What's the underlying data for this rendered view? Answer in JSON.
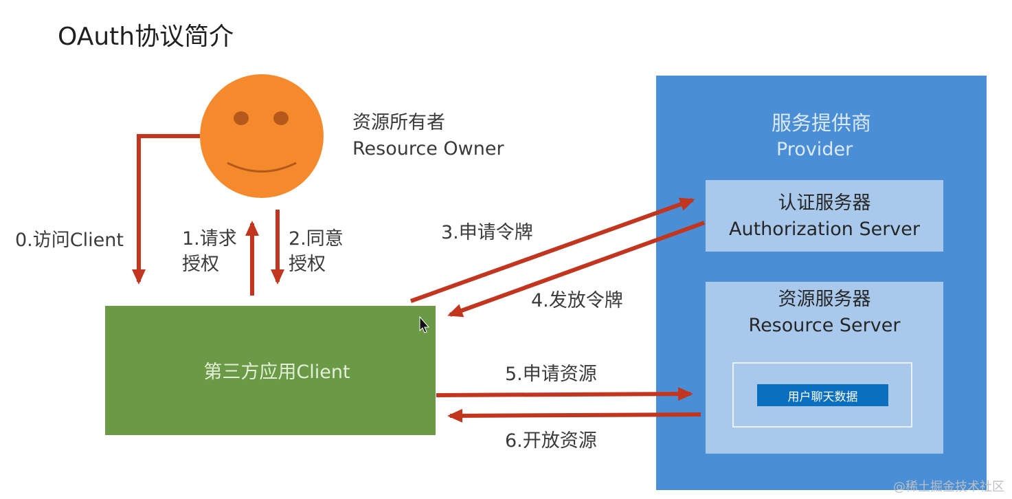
{
  "title": "OAuth协议简介",
  "resource_owner": {
    "label_cn": "资源所有者",
    "label_en": "Resource Owner",
    "face_color": "#f58a2c"
  },
  "client": {
    "label": "第三方应用Client",
    "color": "#6a9a45"
  },
  "provider": {
    "title_cn": "服务提供商",
    "title_en": "Provider",
    "color": "#4a8fd6",
    "auth_server": {
      "label_cn": "认证服务器",
      "label_en": "Authorization Server"
    },
    "resource_server": {
      "label_cn": "资源服务器",
      "label_en": "Resource Server"
    },
    "user_data": "用户聊天数据"
  },
  "steps": {
    "s0": "0.访问Client",
    "s1a": "1.请求",
    "s1b": "授权",
    "s2a": "2.同意",
    "s2b": "授权",
    "s3": "3.申请令牌",
    "s4": "4.发放令牌",
    "s5": "5.申请资源",
    "s6": "6.开放资源"
  },
  "arrow_color": "#c2361f",
  "watermark": "@稀土掘金技术社区"
}
